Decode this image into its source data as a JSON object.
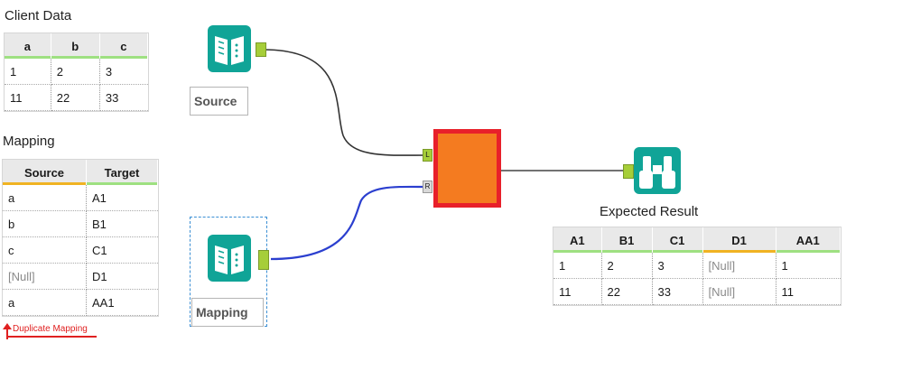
{
  "client_data": {
    "title": "Client Data",
    "columns": [
      "a",
      "b",
      "c"
    ],
    "rows": [
      [
        "1",
        "2",
        "3"
      ],
      [
        "11",
        "22",
        "33"
      ]
    ]
  },
  "mapping_table": {
    "title": "Mapping",
    "columns": [
      "Source",
      "Target"
    ],
    "rows": [
      [
        "a",
        "A1"
      ],
      [
        "b",
        "B1"
      ],
      [
        "c",
        "C1"
      ],
      [
        "[Null]",
        "D1"
      ],
      [
        "a",
        "AA1"
      ]
    ]
  },
  "annotation": {
    "text": "Duplicate Mapping",
    "color": "#e02020"
  },
  "tools": {
    "source_label": "Source",
    "mapping_label": "Mapping",
    "result_label": "Expected Result",
    "join_anchor_left": "L",
    "join_anchor_right": "R",
    "book_icon": "input-data-book-icon",
    "browse_icon": "binoculars-icon"
  },
  "expected_result": {
    "columns": [
      "A1",
      "B1",
      "C1",
      "D1",
      "AA1"
    ],
    "rows": [
      [
        "1",
        "2",
        "3",
        "[Null]",
        "1"
      ],
      [
        "11",
        "22",
        "33",
        "[Null]",
        "11"
      ]
    ]
  },
  "colors": {
    "tool_teal": "#10a497",
    "join_fill": "#f47b20",
    "join_border": "#e8202a",
    "anchor_green": "#a6ce39",
    "wire_gray": "#333333",
    "wire_blue": "#2b3fcf",
    "header_green": "#9ee081",
    "header_orange": "#f0b323"
  }
}
